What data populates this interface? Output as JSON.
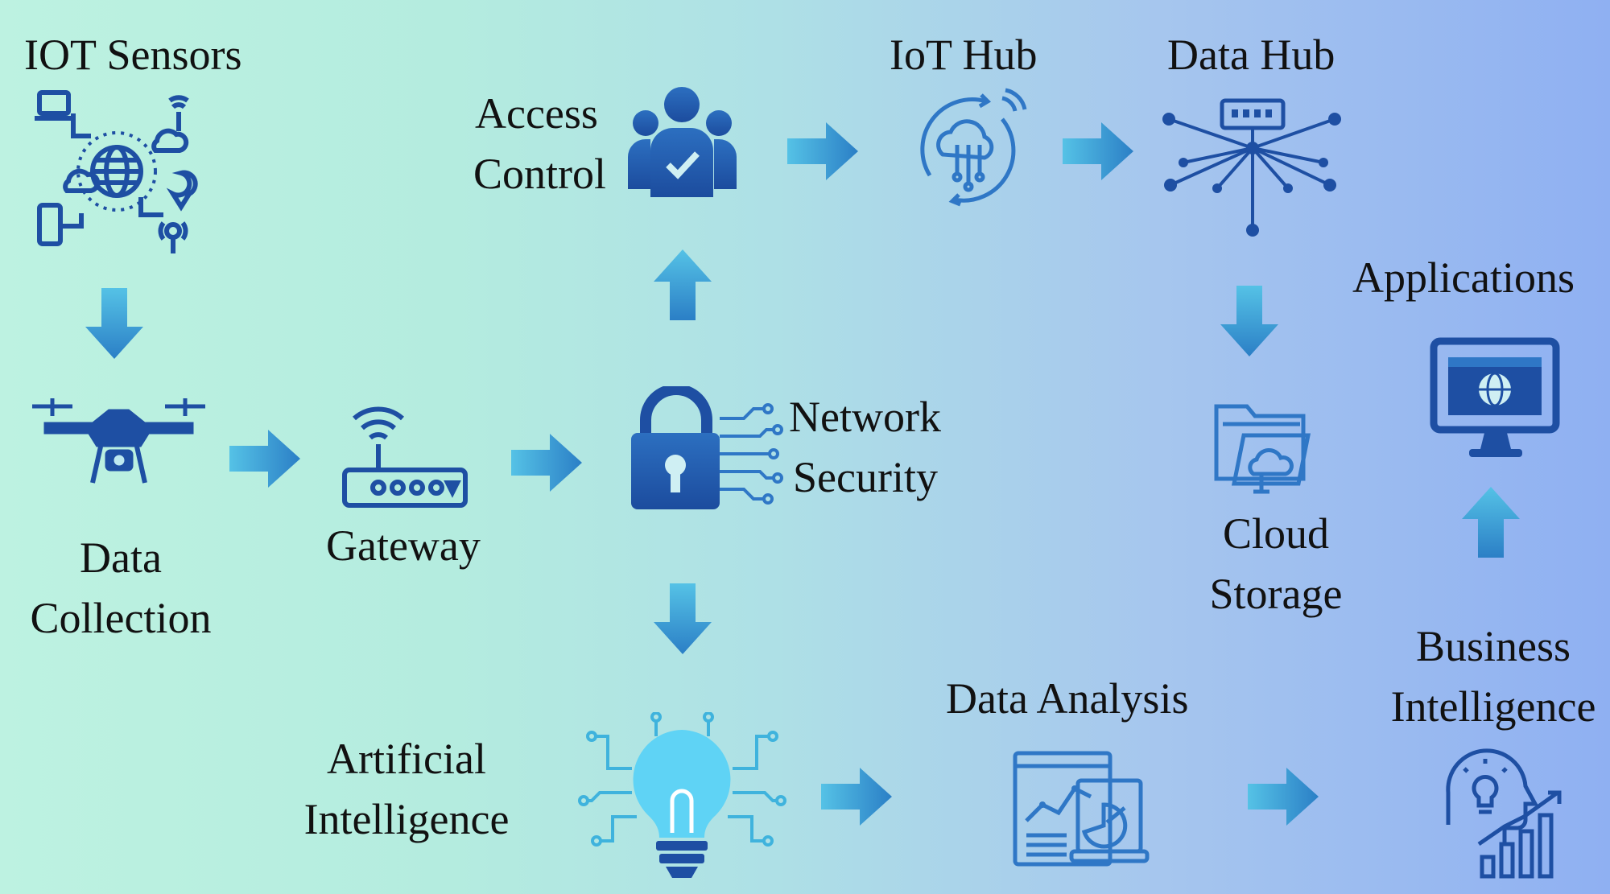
{
  "diagram": {
    "labels": {
      "iot_sensors": "IOT Sensors",
      "data_collection_1": "Data",
      "data_collection_2": "Collection",
      "gateway": "Gateway",
      "access_control_1": "Access",
      "access_control_2": "Control",
      "network_security_1": "Network",
      "network_security_2": "Security",
      "iot_hub": "IoT Hub",
      "data_hub": "Data Hub",
      "applications": "Applications",
      "cloud_storage_1": "Cloud",
      "cloud_storage_2": "Storage",
      "business_intelligence_1": "Business",
      "business_intelligence_2": "Intelligence",
      "artificial_intelligence_1": "Artificial",
      "artificial_intelligence_2": "Intelligence",
      "data_analysis": "Data Analysis"
    },
    "colors": {
      "icon_dark": "#1e4fa3",
      "icon_mid": "#2f77c6",
      "arrow_light": "#4ab8e0",
      "arrow_dark": "#2a7fc4",
      "bulb": "#5fd3f5"
    }
  }
}
